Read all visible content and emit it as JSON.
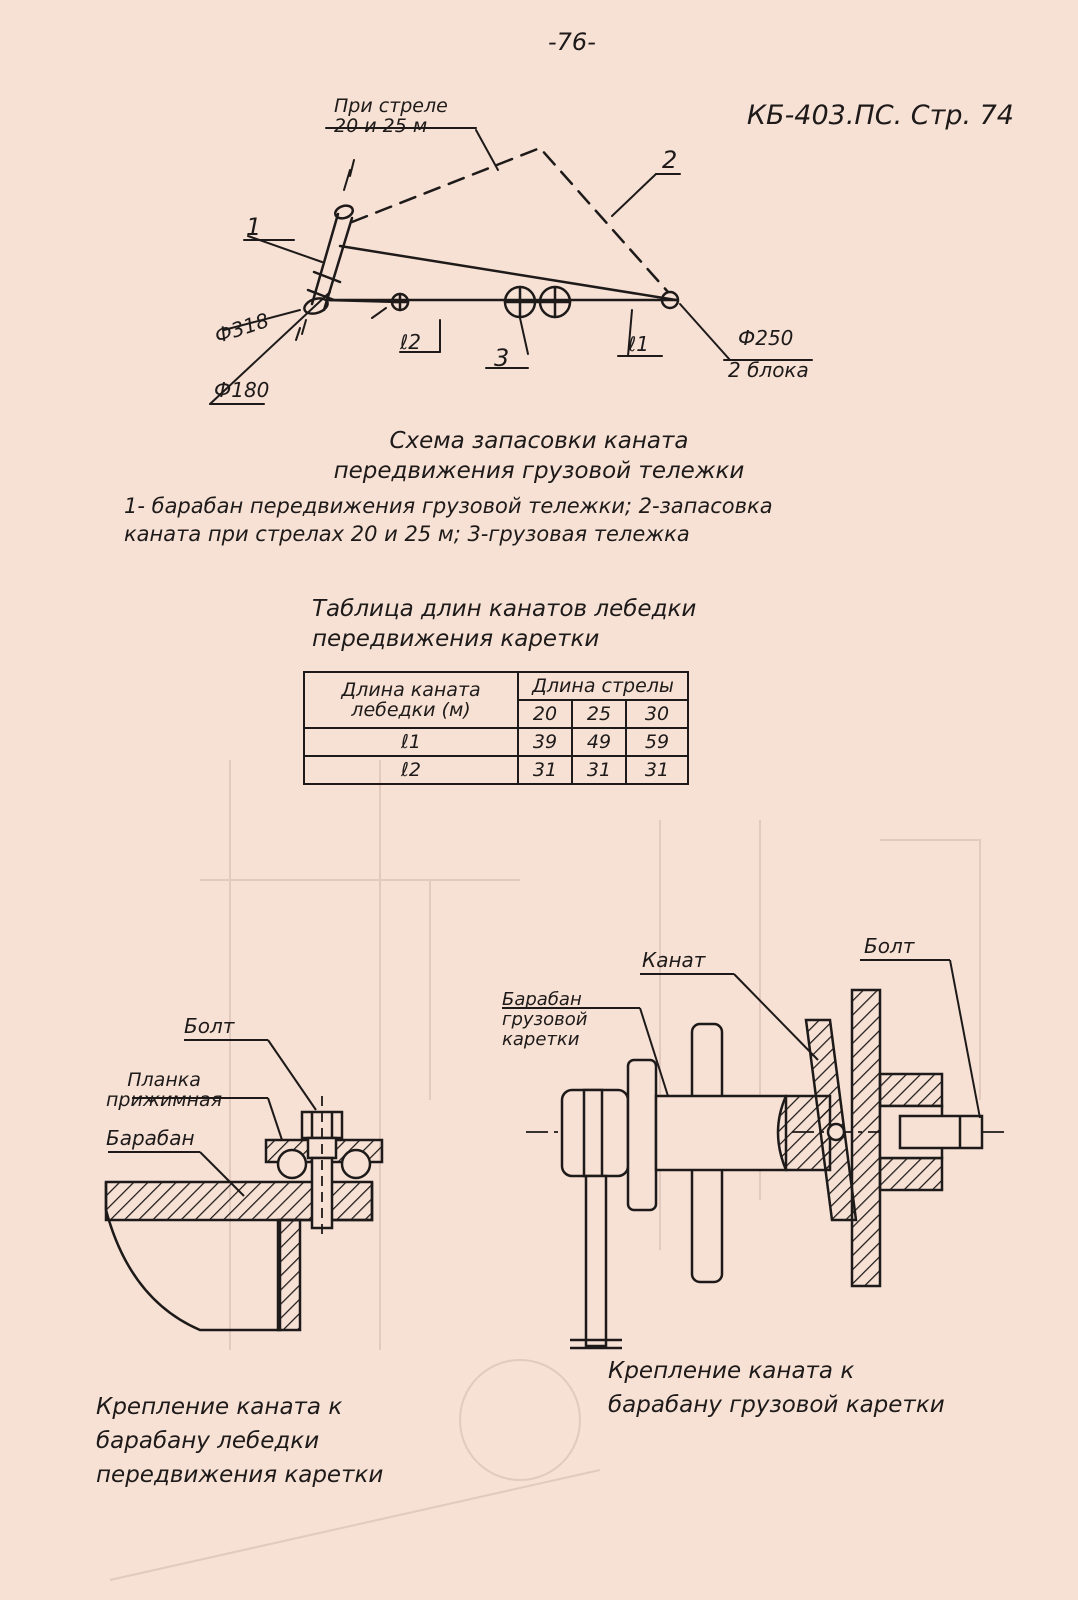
{
  "page_number": "-76-",
  "doc_ref": "КБ-403.ПС. Стр. 74",
  "scheme": {
    "label_boom": "При стреле\n20 и 25 м",
    "label_1": "1",
    "label_2": "2",
    "label_3": "3",
    "label_d318": "Ф318",
    "label_d180": "Ф180",
    "label_l2": "ℓ2",
    "label_l1": "ℓ1",
    "label_d250": "Ф250",
    "label_blocks": "2 блока",
    "caption_line1": "Схема запасовки каната",
    "caption_line2": "передвижения грузовой тележки",
    "legend_line1": "1- барабан передвижения грузовой тележки; 2-запасовка",
    "legend_line2": "каната при стрелах 20 и 25 м; 3-грузовая тележка"
  },
  "table": {
    "title_line1": "Таблица длин канатов лебедки",
    "title_line2": "передвижения каретки",
    "col_header_left": "Длина каната лебедки (м)",
    "col_header_right": "Длина стрелы",
    "booms": [
      "20",
      "25",
      "30"
    ],
    "rows": [
      {
        "name": "ℓ1",
        "values": [
          "39",
          "49",
          "59"
        ]
      },
      {
        "name": "ℓ2",
        "values": [
          "31",
          "31",
          "31"
        ]
      }
    ]
  },
  "left_fig": {
    "label_bolt": "Болт",
    "label_plate": "Планка\nприжимная",
    "label_drum": "Барабан",
    "caption": "Крепление каната к барабану лебедки передвижения каретки"
  },
  "right_fig": {
    "label_rope": "Канат",
    "label_bolt": "Болт",
    "label_drum": "Барабан грузовой каретки",
    "caption": "Крепление каната к барабану грузовой каретки"
  },
  "colors": {
    "paper": "#f6e1d4",
    "ink": "#1e1a1a",
    "ghost": "#d9bfb2"
  }
}
